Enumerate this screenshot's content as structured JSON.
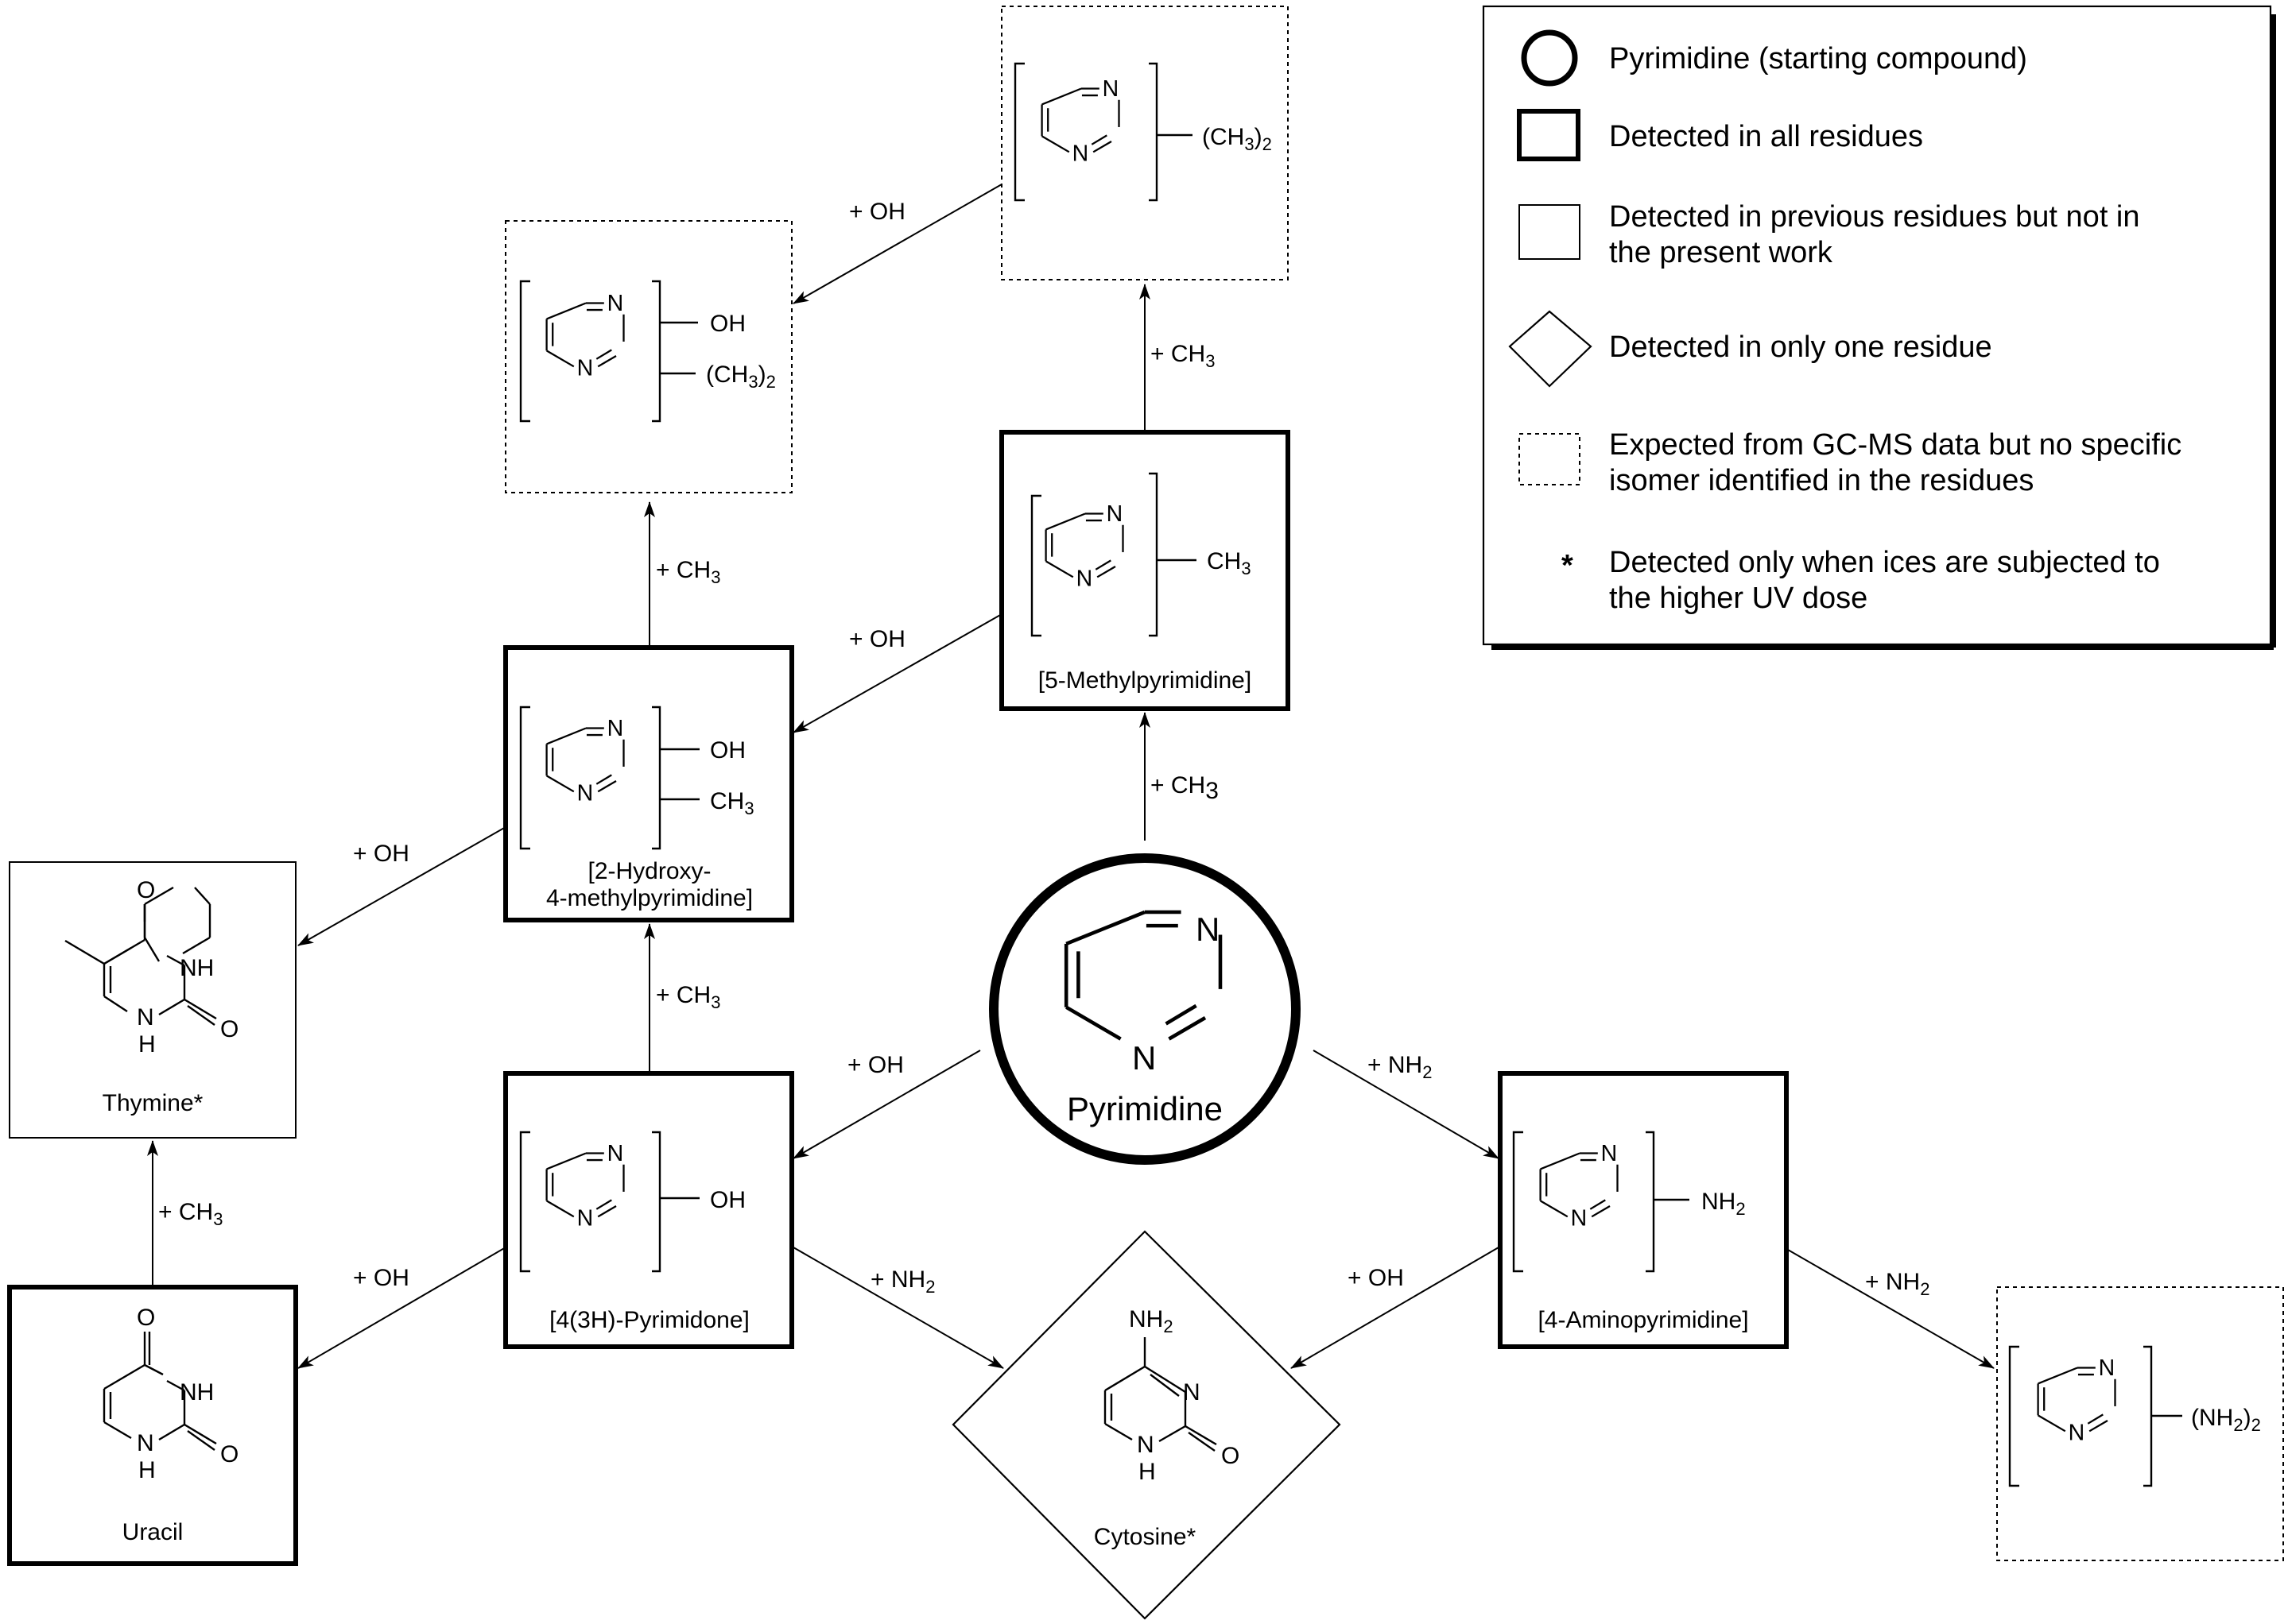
{
  "legend": {
    "items": [
      {
        "symbol": "circle-thick",
        "text": [
          "Pyrimidine (starting compound)"
        ]
      },
      {
        "symbol": "square-thick",
        "text": [
          "Detected in all residues"
        ]
      },
      {
        "symbol": "square-thin",
        "text": [
          "Detected in previous residues but not in",
          "the present work"
        ]
      },
      {
        "symbol": "diamond",
        "text": [
          "Detected in only one residue"
        ]
      },
      {
        "symbol": "square-dashed",
        "text": [
          "Expected from GC-MS data but no specific",
          "isomer identified in the residues"
        ]
      },
      {
        "symbol": "asterisk",
        "glyph": "*",
        "text": [
          "Detected only when ices are subjected to",
          "the higher UV dose"
        ]
      }
    ]
  },
  "nodes": {
    "pyrimidine": {
      "name": "Pyrimidine",
      "category": "starting compound"
    },
    "methylpyrimidine": {
      "name": "[5-Methylpyrimidine]",
      "substituents": [
        "CH3"
      ]
    },
    "dimethylpyrimidine": {
      "substituents": [
        "(CH3)2"
      ]
    },
    "hydroxydimethylpyrimidine": {
      "substituents": [
        "OH",
        "(CH3)2"
      ]
    },
    "hydroxymethylpyrimidine": {
      "name": [
        "[2-Hydroxy-",
        "4-methylpyrimidine]"
      ],
      "substituents": [
        "OH",
        "CH3"
      ]
    },
    "pyrimidone": {
      "name": "[4(3H)-Pyrimidone]",
      "substituents": [
        "OH"
      ]
    },
    "aminopyrimidine": {
      "name": "[4-Aminopyrimidine]",
      "substituents": [
        "NH2"
      ]
    },
    "diaminopyrimidine": {
      "substituents": [
        "(NH2)2"
      ]
    },
    "thymine": {
      "name": "Thymine*"
    },
    "uracil": {
      "name": "Uracil"
    },
    "cytosine": {
      "name": "Cytosine*",
      "substituents": [
        "NH2"
      ]
    }
  },
  "atoms": {
    "N": "N",
    "NH": "NH",
    "O": "O",
    "H": "H"
  },
  "steps": {
    "plus_oh": "+ OH",
    "plus_ch3": "+ CH3",
    "plus_nh2": "+ NH2"
  },
  "edges": [
    {
      "from": "pyrimidine",
      "to": "methylpyrimidine",
      "step": "+ CH3"
    },
    {
      "from": "methylpyrimidine",
      "to": "dimethylpyrimidine",
      "step": "+ CH3"
    },
    {
      "from": "dimethylpyrimidine",
      "to": "hydroxydimethylpyrimidine",
      "step": "+ OH"
    },
    {
      "from": "methylpyrimidine",
      "to": "hydroxymethylpyrimidine",
      "step": "+ OH"
    },
    {
      "from": "hydroxymethylpyrimidine",
      "to": "hydroxydimethylpyrimidine",
      "step": "+ CH3"
    },
    {
      "from": "hydroxymethylpyrimidine",
      "to": "thymine",
      "step": "+ OH"
    },
    {
      "from": "pyrimidone",
      "to": "hydroxymethylpyrimidine",
      "step": "+ CH3"
    },
    {
      "from": "pyrimidine",
      "to": "pyrimidone",
      "step": "+ OH"
    },
    {
      "from": "pyrimidine",
      "to": "aminopyrimidine",
      "step": "+ NH2"
    },
    {
      "from": "uracil",
      "to": "thymine",
      "step": "+ CH3"
    },
    {
      "from": "pyrimidone",
      "to": "uracil",
      "step": "+ OH"
    },
    {
      "from": "pyrimidone",
      "to": "cytosine",
      "step": "+ NH2"
    },
    {
      "from": "aminopyrimidine",
      "to": "cytosine",
      "step": "+ OH"
    },
    {
      "from": "aminopyrimidine",
      "to": "diaminopyrimidine",
      "step": "+ NH2"
    }
  ]
}
